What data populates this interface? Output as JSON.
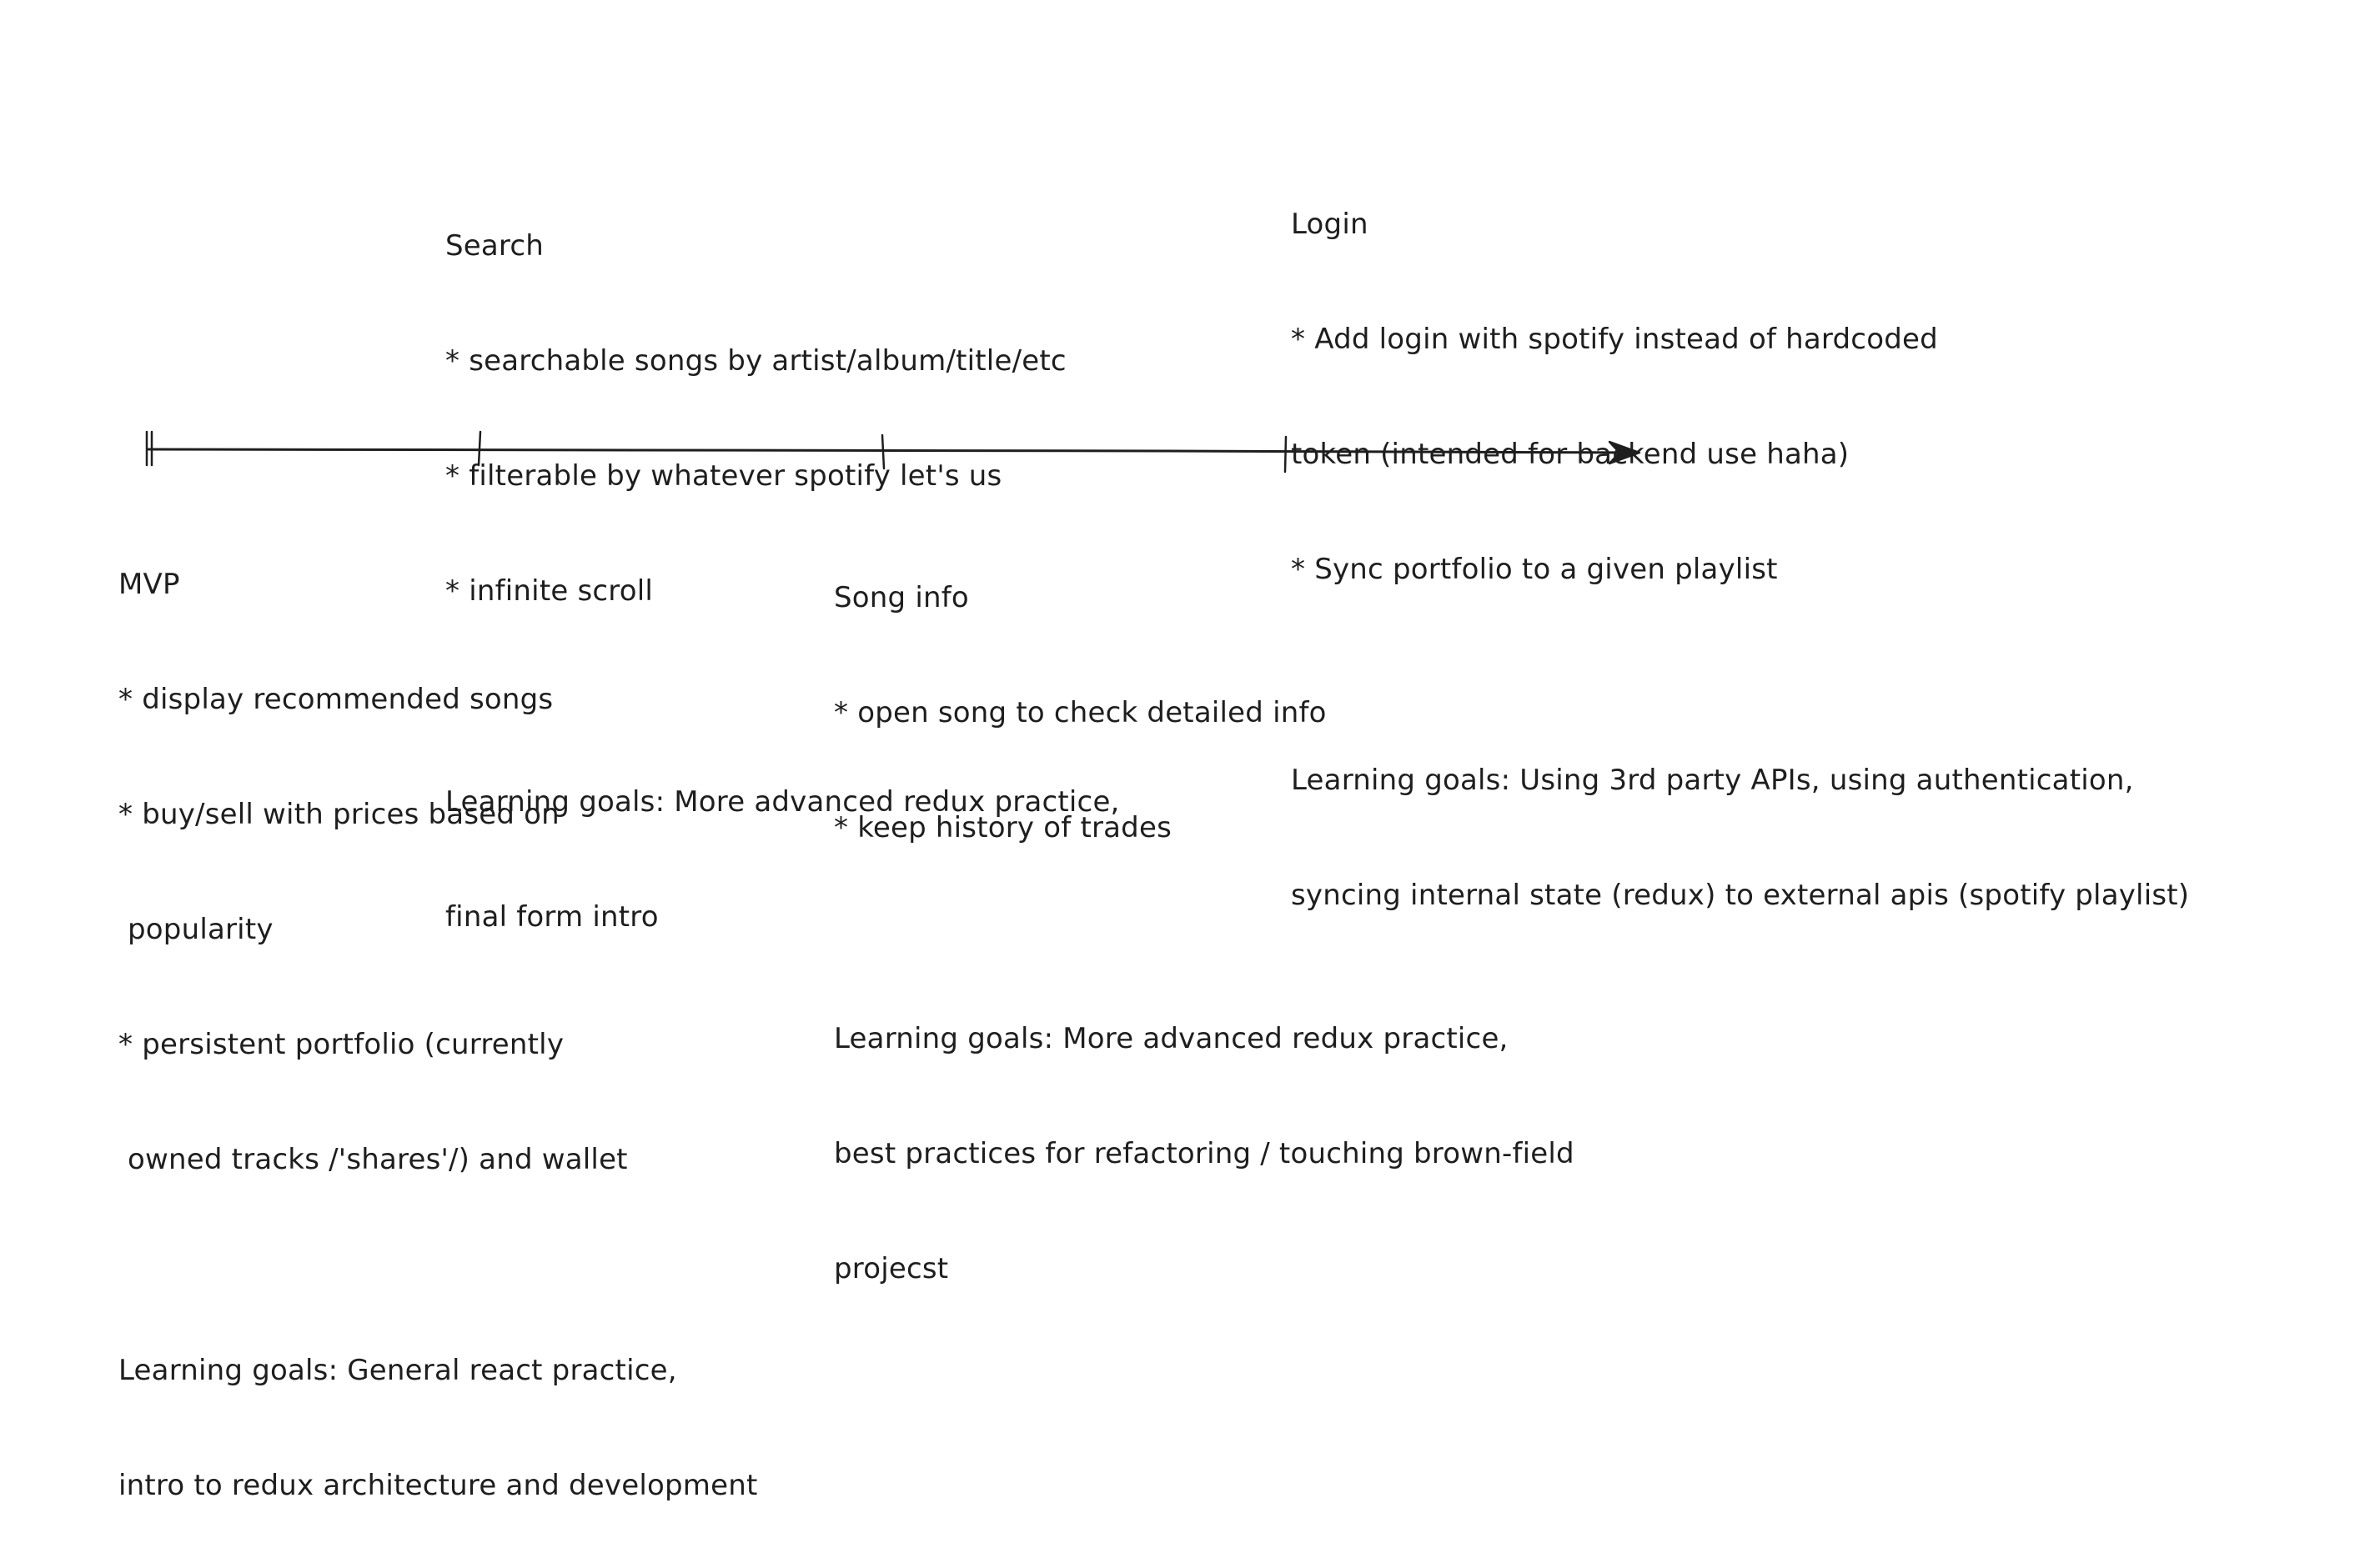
{
  "milestones": {
    "search": {
      "title": "Search",
      "items": [
        "* searchable songs by artist/album/title/etc",
        "* filterable by whatever spotify let's us",
        "* infinite scroll"
      ],
      "goals": [
        "Learning goals: More advanced redux practice,",
        "final form intro"
      ]
    },
    "login": {
      "title": "Login",
      "items": [
        "* Add login with spotify instead of hardcoded",
        "token (intended for backend use haha)",
        "* Sync portfolio to a given playlist"
      ],
      "goals": [
        "Learning goals: Using 3rd party APIs, using authentication,",
        "syncing internal state (redux) to external apis (spotify playlist)"
      ]
    },
    "mvp": {
      "title": "MVP",
      "items": [
        "* display recommended songs",
        "* buy/sell with prices based on",
        " popularity",
        "* persistent portfolio (currently",
        " owned tracks /'shares'/) and wallet"
      ],
      "goals": [
        "Learning goals: General react practice,",
        "intro to redux architecture and development"
      ]
    },
    "song_info": {
      "title": "Song info",
      "items": [
        "* open song to check detailed info",
        "* keep history of trades"
      ],
      "goals": [
        "Learning goals: More advanced redux practice,",
        "best practices for refactoring / touching brown-field",
        "projecst"
      ]
    }
  },
  "colors": {
    "ink": "#1e1e1e",
    "background": "#ffffff"
  }
}
